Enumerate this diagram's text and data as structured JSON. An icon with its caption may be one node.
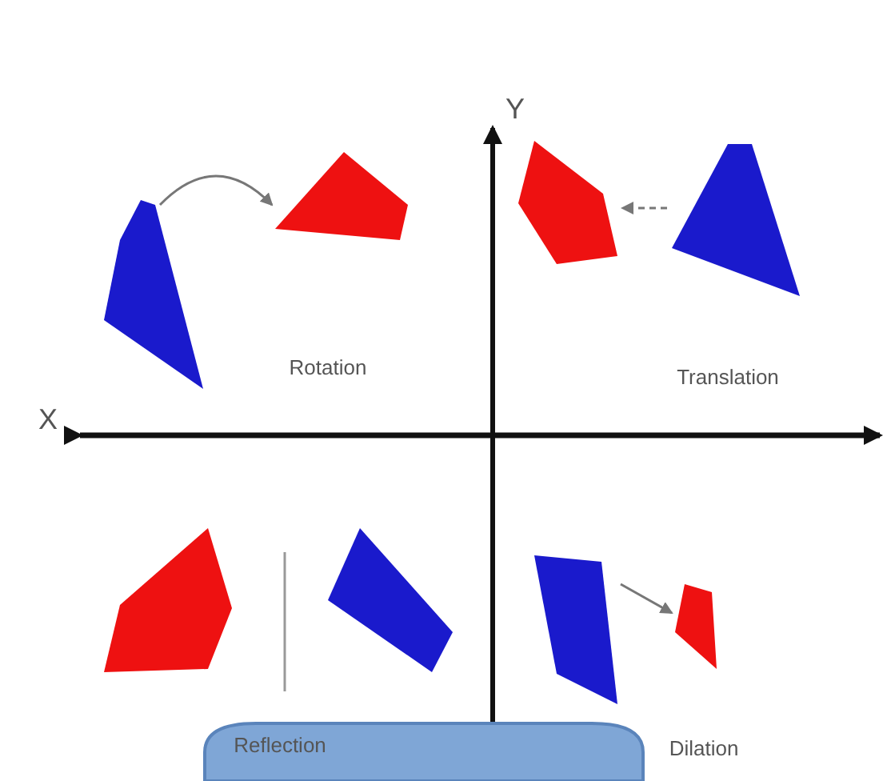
{
  "diagram": {
    "nodes": [
      {
        "text": [],
        "shape": "polygon"
      },
      {
        "text": [],
        "shape": "polygon"
      },
      {
        "text": [],
        "shape": "polygon"
      },
      {
        "text": [],
        "shape": "polygon"
      },
      {
        "text": [],
        "shape": "polygon"
      },
      {
        "text": [],
        "shape": "polygon"
      },
      {
        "text": [],
        "shape": "polygon"
      },
      {
        "text": [],
        "shape": "polygon"
      }
    ],
    "edges": [
      {
        "from": 0,
        "to": 1,
        "arrow": "to"
      },
      {
        "from": 3,
        "to": 2,
        "arrow": "to",
        "style": "dashed"
      },
      {
        "from": 6,
        "to": 7,
        "arrow": "to"
      }
    ],
    "labels": [
      "Y",
      "X",
      "Rotation",
      "Translation",
      "Reflection",
      "Dilation"
    ]
  }
}
